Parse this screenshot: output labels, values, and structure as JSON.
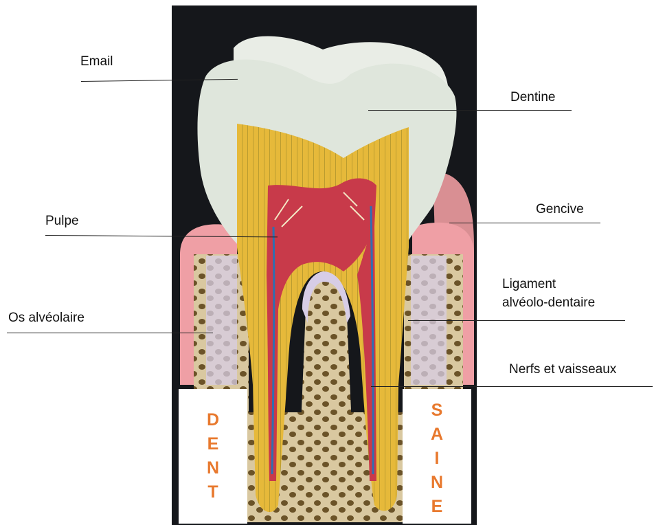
{
  "labels": {
    "email": "Email",
    "dentine": "Dentine",
    "pulpe": "Pulpe",
    "gencive": "Gencive",
    "ligament_line1": "Ligament",
    "ligament_line2": "alvéolo-dentaire",
    "os_alveolaire": "Os alvéolaire",
    "nerfs_vaisseaux": "Nerfs et vaisseaux"
  },
  "vertical_words": {
    "left": [
      "D",
      "E",
      "N",
      "T"
    ],
    "right": [
      "S",
      "A",
      "I",
      "N",
      "E"
    ]
  },
  "colors": {
    "background": "#14161a",
    "enamel": "#dfe5dc",
    "dentine": "#e4b637",
    "pulp": "#c83a4a",
    "gum": "#eea0a4",
    "bone": "#d8c9a0",
    "ligament": "#d6cde6",
    "text_accent": "#e8792e"
  }
}
